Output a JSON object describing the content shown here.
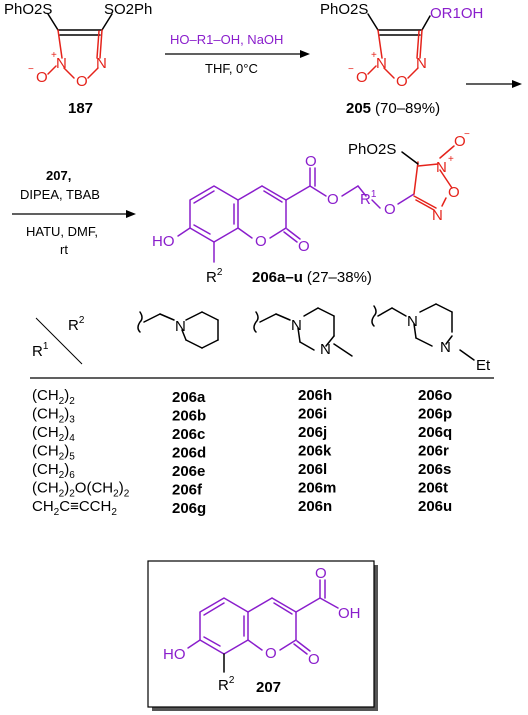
{
  "scheme": {
    "c187": {
      "so2ph_left": "PhO2S",
      "so2ph_right": "SO2Ph",
      "n_plus": "N",
      "plus": "+",
      "o_minus": "O",
      "minus": "−",
      "n": "N",
      "o": "O",
      "label": "187"
    },
    "arrow1": {
      "reagent_top": "HO–R1–OH, NaOH",
      "reagent_bottom": "THF, 0°C"
    },
    "c205": {
      "so2ph": "PhO2S",
      "side": "OR1OH",
      "label": "205",
      "yield": "(70–89%)"
    },
    "arrow3": {
      "l1": "207,",
      "l2": "DIPEA, TBAB",
      "l3": "HATU, DMF,",
      "l4": "rt"
    },
    "c206": {
      "so2ph": "PhO2S",
      "label": "206a–u",
      "yield": "(27–38%)",
      "ho": "HO",
      "r2": "R2",
      "o_ring": "O",
      "o_carbonyl": "O",
      "o_ester_carbonyl": "O",
      "o_ester": "O",
      "r1": "R1",
      "o_link": "O",
      "n_plus": "N",
      "o_minus": "O",
      "o_ring_fur": "O",
      "n": "N"
    }
  },
  "table": {
    "header_r1": "R1",
    "header_r2": "R2",
    "col2_n": "N",
    "col3_n1": "N",
    "col3_n2": "N",
    "col4_n1": "N",
    "col4_n2": "N",
    "col4_et": "Et",
    "rows": [
      {
        "r1": "(CH2)2",
        "a": "206a",
        "b": "206h",
        "c": "206o"
      },
      {
        "r1": "(CH2)3",
        "a": "206b",
        "b": "206i",
        "c": "206p"
      },
      {
        "r1": "(CH2)4",
        "a": "206c",
        "b": "206j",
        "c": "206q"
      },
      {
        "r1": "(CH2)5",
        "a": "206d",
        "b": "206k",
        "c": "206r"
      },
      {
        "r1": "(CH2)6",
        "a": "206e",
        "b": "206l",
        "c": "206s"
      },
      {
        "r1": "(CH2)2O(CH2)2",
        "a": "206f",
        "b": "206m",
        "c": "206t"
      },
      {
        "r1": "CH2C≡CCH2",
        "a": "206g",
        "b": "206n",
        "c": "206u"
      }
    ]
  },
  "box207": {
    "ho": "HO",
    "oh": "OH",
    "o_top": "O",
    "o_ring": "O",
    "o_carbonyl": "O",
    "r2": "R2",
    "label": "207"
  },
  "colors": {
    "red": "#e5231b",
    "purple": "#8a1ecc",
    "black": "#000000"
  }
}
